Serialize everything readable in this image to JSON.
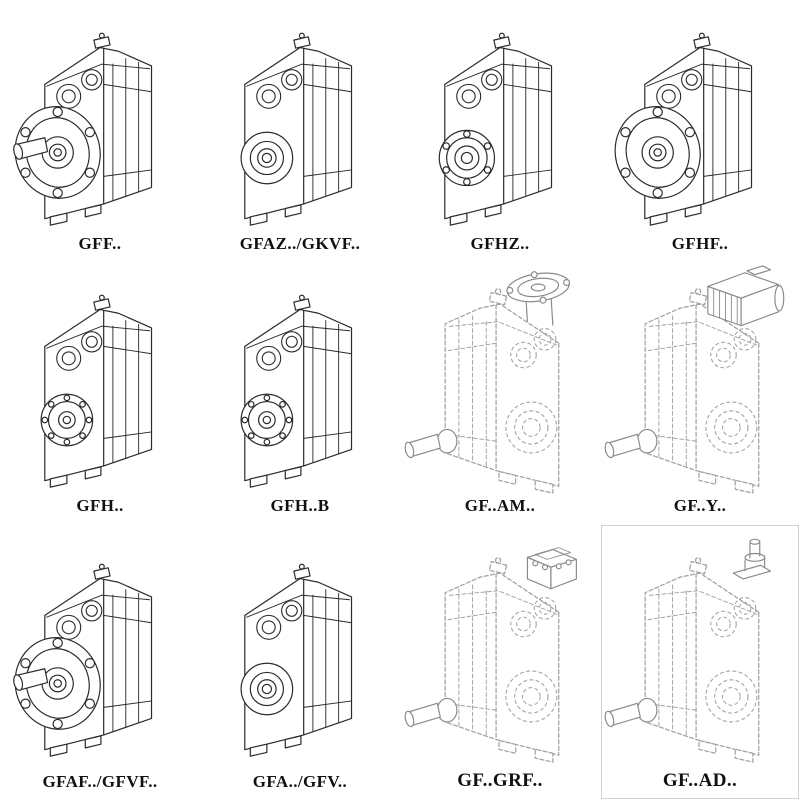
{
  "page": {
    "background": "#ffffff",
    "line_color": "#2b2b2b",
    "phantom_line_color": "#a3a3a3"
  },
  "catalog": {
    "items": [
      {
        "label": "GFF..",
        "drawing": "flange-output-gearbox"
      },
      {
        "label": "GFAZ../GKVF..",
        "drawing": "hollow-bore-gearbox"
      },
      {
        "label": "GFHZ..",
        "drawing": "hollow-shaft-gearbox"
      },
      {
        "label": "GFHF..",
        "drawing": "flange-hollow-shaft-gearbox"
      },
      {
        "label": "GFH..",
        "drawing": "foot-mounted-gearbox"
      },
      {
        "label": "GFH..B",
        "drawing": "foot-mounted-gearbox-with-backstop"
      },
      {
        "label": "GF..AM..",
        "drawing": "phantom-gearbox-with-input-flange-adapter"
      },
      {
        "label": "GF..Y..",
        "drawing": "phantom-gearbox-with-motor"
      },
      {
        "label": "GFAF../GFVF..",
        "drawing": "flange-mounted-gearbox-solid-shaft"
      },
      {
        "label": "GFA../GFV..",
        "drawing": "foot-mounted-gearbox-solid-shaft"
      },
      {
        "label": "GF..GRF..",
        "drawing": "phantom-gearbox-with-adapter-housing"
      },
      {
        "label": "GF..AD..",
        "drawing": "phantom-gearbox-with-input-shaft"
      }
    ]
  }
}
